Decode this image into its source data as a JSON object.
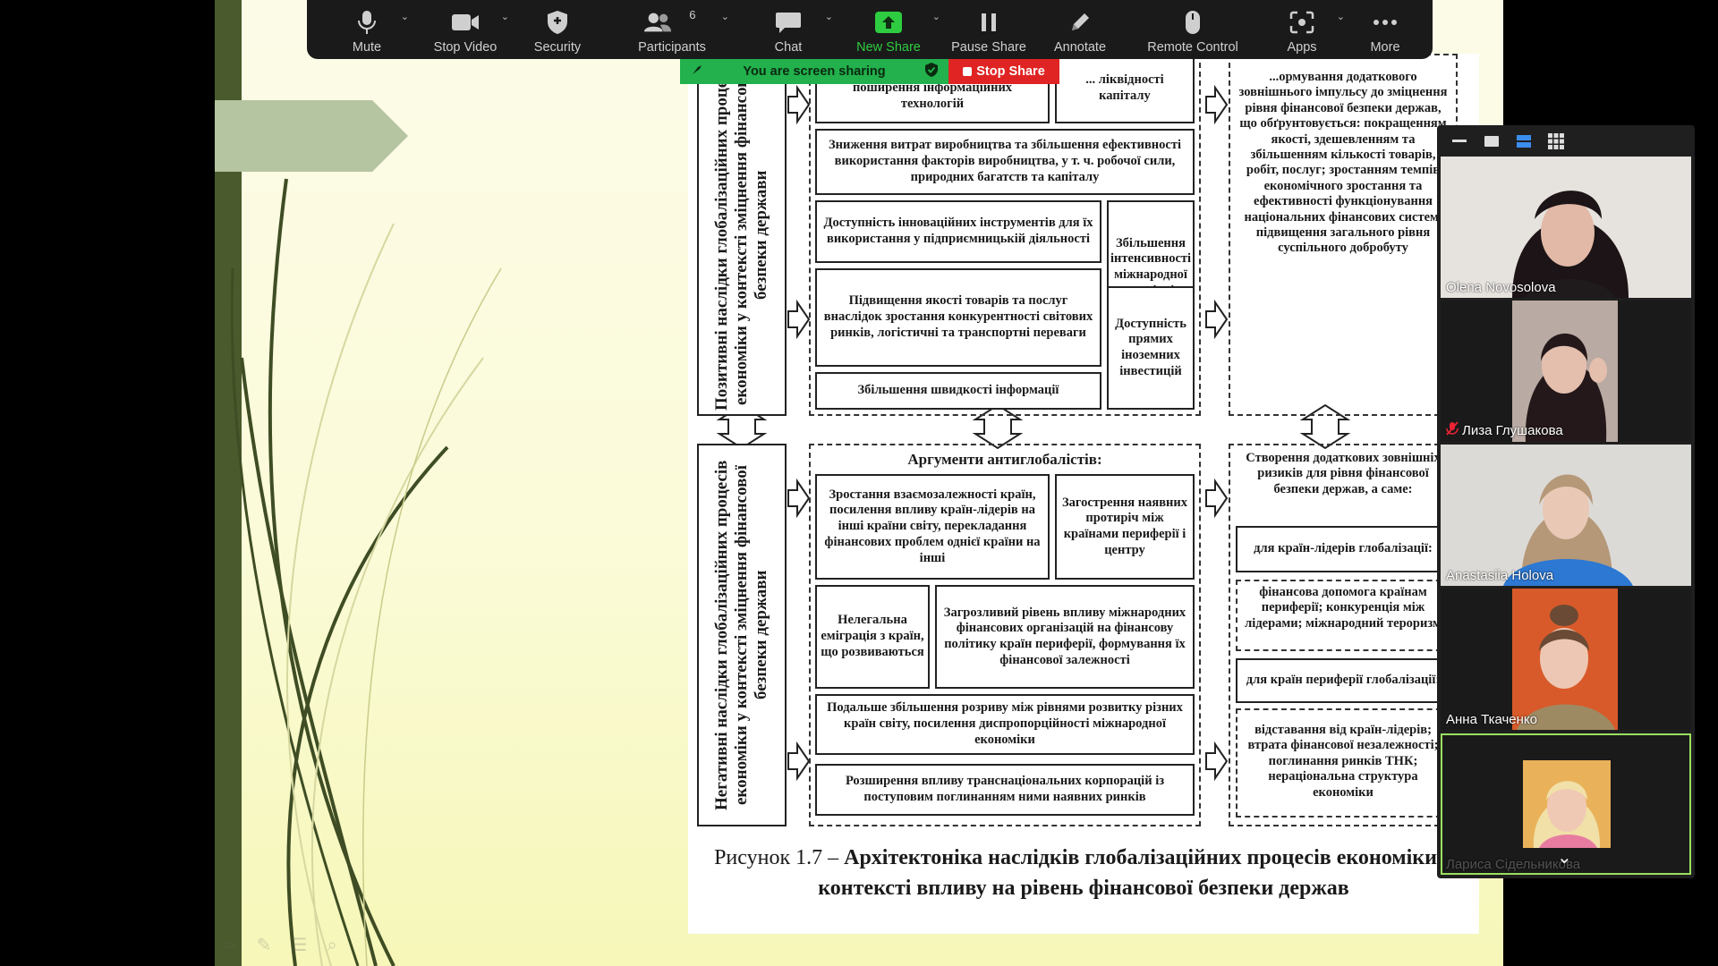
{
  "toolbar": {
    "items": [
      {
        "label": "Mute",
        "icon": "microphone-icon"
      },
      {
        "label": "Stop Video",
        "icon": "video-camera-icon"
      },
      {
        "label": "Security",
        "icon": "shield-icon"
      },
      {
        "label": "Participants",
        "icon": "participants-icon",
        "count": "6"
      },
      {
        "label": "Chat",
        "icon": "chat-bubble-icon"
      },
      {
        "label": "New Share",
        "icon": "share-screen-icon"
      },
      {
        "label": "Pause Share",
        "icon": "pause-icon"
      },
      {
        "label": "Annotate",
        "icon": "pencil-icon"
      },
      {
        "label": "Remote Control",
        "icon": "mouse-icon"
      },
      {
        "label": "Apps",
        "icon": "apps-icon"
      },
      {
        "label": "More",
        "icon": "more-dots-icon"
      }
    ]
  },
  "share_status": {
    "message": "You are screen sharing",
    "stop_label": "Stop Share",
    "colors": {
      "sharing": "#22b14c",
      "stop": "#e02424"
    }
  },
  "participants": [
    {
      "name": "Olena Novosolova",
      "muted": false
    },
    {
      "name": "Лиза Глушакова",
      "muted": true
    },
    {
      "name": "Anastasiia Holova",
      "muted": false
    },
    {
      "name": "Анна Ткаченко",
      "muted": false
    },
    {
      "name": "Лариса Сідельникова",
      "muted": false,
      "active_speaker": true
    }
  ],
  "document": {
    "positive": {
      "side_label": "Позитивні наслідки глобалізаційних процесів економіки у контексті зміцнення фінансової безпеки держави",
      "b1": "Поліпшення ... внаслідок швидкого поширення інформаційних технологій",
      "b2": "... ліквідності капіталу",
      "b3": "Зниження витрат виробництва та збільшення ефективності використання факторів виробництва, у т. ч. робочої сили, природних багатств та капіталу",
      "b4": "Доступність інноваційних інструментів для їх використання у підприємницькій діяльності",
      "b5": "Збільшення інтенсивності міжнародної торгівлі",
      "b6": "Підвищення якості товарів та послуг внаслідок зростання конкурентності світових ринків, логістичні та транспортні переваги",
      "b7": "Доступність прямих іноземних інвестицій",
      "b8": "Збільшення швидкості інформації",
      "result": "...ормування додаткового зовнішнього імпульсу до зміцнення рівня фінансової безпеки держав, що обґрунтовується: покращенням якості, здешевленням та збільшенням кількості товарів, робіт, послуг; зростанням темпів економічного зростання та ефективності функціонування національних фінансових систем, підвищення загального рівня суспільного добробуту"
    },
    "negative": {
      "side_label": "Негативні наслідки глобалізаційних процесів економіки у контексті зміцнення фінансової безпеки держави",
      "heading": "Аргументи антиглобалістів:",
      "b1": "Зростання взаємозалежності країн, посилення впливу країн-лідерів на інші країни світу, перекладання фінансових проблем однієї країни на інші",
      "b2": "Загострення наявних протиріч між країнами периферії і центру",
      "b3": "Нелегальна еміграція з країн, що розвиваються",
      "b4": "Загрозливий рівень впливу міжнародних фінансових організацій на фінансову політику країн периферії, формування їх фінансової залежності",
      "b5": "Подальше збільшення розриву між рівнями розвитку різних країн світу, посилення диспропорційності міжнародної економіки",
      "b6": "Розширення впливу транснаціональних корпорацій із поступовим поглинанням ними наявних ринків",
      "risk_title": "Створення додаткових зовнішніх ризиків для рівня фінансової безпеки держав, а саме:",
      "leaders_label": "для країн-лідерів глобалізації:",
      "leaders_text": "фінансова допомога країнам периферії; конкуренція між лідерами; міжнародний тероризм",
      "periphery_label": "для країн периферії глобалізації:",
      "periphery_text": "відставання від країн-лідерів; втрата фінансової незалежності; поглинання ринків ТНК; нераціональна структура економіки"
    },
    "caption_prefix": "Рисунок 1.7 – ",
    "caption_title": "Архітектоніка наслідків глобалізаційних процесів економіки у контексті впливу на рівень фінансової безпеки держав"
  }
}
